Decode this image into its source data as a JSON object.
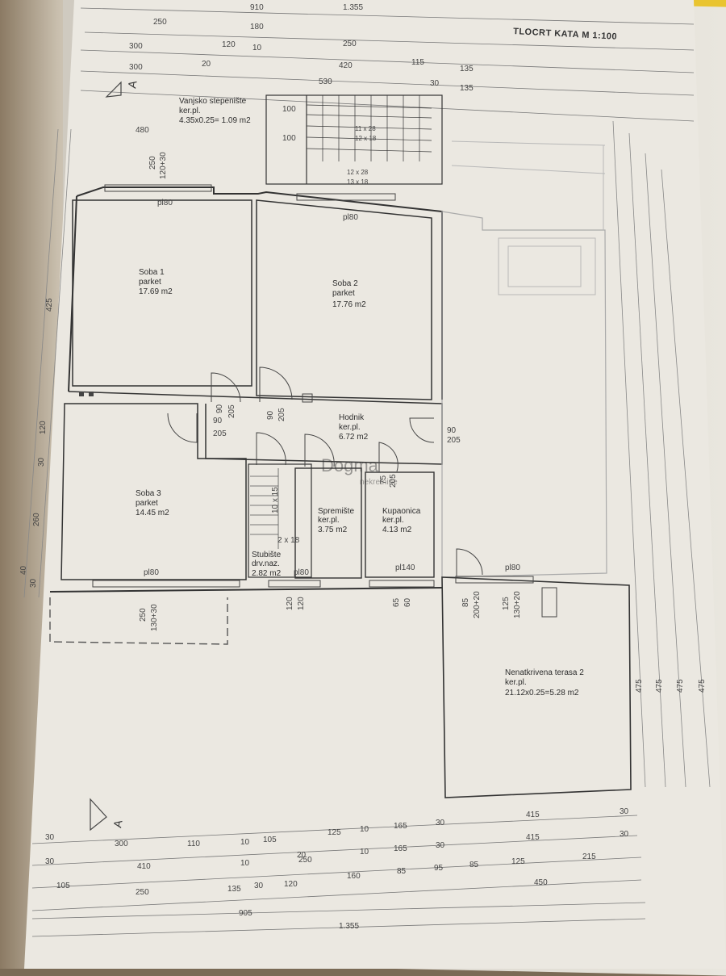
{
  "drawing": {
    "title": "TLOCRT KATA M 1:100",
    "section_marker": "A",
    "watermark": "Dogma",
    "watermark_sub": "nekretnine"
  },
  "rooms": [
    {
      "id": "stair-outside",
      "name": "Vanjsko stepenište",
      "floor": "ker.pl.",
      "area": "4.35x0.25= 1.09 m2"
    },
    {
      "id": "soba1",
      "name": "Soba 1",
      "floor": "parket",
      "area": "17.69 m2"
    },
    {
      "id": "soba2",
      "name": "Soba 2",
      "floor": "parket",
      "area": "17.76 m2"
    },
    {
      "id": "hodnik",
      "name": "Hodnik",
      "floor": "ker.pl.",
      "area": "6.72 m2"
    },
    {
      "id": "soba3",
      "name": "Soba 3",
      "floor": "parket",
      "area": "14.45 m2"
    },
    {
      "id": "spremiste",
      "name": "Spremište",
      "floor": "ker.pl.",
      "area": "3.75 m2"
    },
    {
      "id": "kupaonica",
      "name": "Kupaonica",
      "floor": "ker.pl.",
      "area": "4.13 m2"
    },
    {
      "id": "stubiste",
      "name": "Stubište",
      "floor": "drv.naz.",
      "area": "2.82 m2"
    },
    {
      "id": "terasa",
      "name": "Nenatkrivena terasa 2",
      "floor": "ker.pl.",
      "area": "21.12x0.25=5.28 m2"
    }
  ],
  "top_dims": {
    "row0": [
      "910",
      "1.355"
    ],
    "row1": [
      "250",
      "180"
    ],
    "row2": [
      "300",
      "120",
      "10",
      "250"
    ],
    "row3": [
      "300",
      "20",
      "420",
      "115",
      "135"
    ],
    "row4": [
      "530",
      "30",
      "135"
    ]
  },
  "stair_labels": [
    "100",
    "100",
    "11 x 28",
    "12 x 18",
    "12 x 28",
    "13 x 18"
  ],
  "left_dims": [
    "480",
    "250",
    "120+30",
    "425",
    "120",
    "30",
    "260",
    "30",
    "40"
  ],
  "openings": [
    "pl80",
    "pl80",
    "90",
    "205",
    "90",
    "205",
    "90",
    "205",
    "90",
    "205",
    "75",
    "205",
    "pl80",
    "pl80",
    "pl140",
    "pl80",
    "120",
    "120",
    "65",
    "60",
    "85",
    "200+20",
    "125",
    "130+20",
    "250",
    "130+30",
    "10 x 15",
    "2 x 18"
  ],
  "right_dims": [
    "475",
    "475",
    "475",
    "475"
  ],
  "bottom_dims": {
    "row1": [
      "30",
      "300",
      "110",
      "10",
      "105",
      "125",
      "10",
      "165",
      "30",
      "415",
      "30"
    ],
    "row2": [
      "30",
      "410",
      "10",
      "20",
      "250",
      "10",
      "165",
      "30",
      "415",
      "30"
    ],
    "row3": [
      "105",
      "250",
      "135",
      "30",
      "120",
      "160",
      "85",
      "95",
      "85",
      "125",
      "215"
    ],
    "row4": [
      "450"
    ],
    "row5": [
      "905"
    ],
    "row6": [
      "1.355"
    ]
  }
}
